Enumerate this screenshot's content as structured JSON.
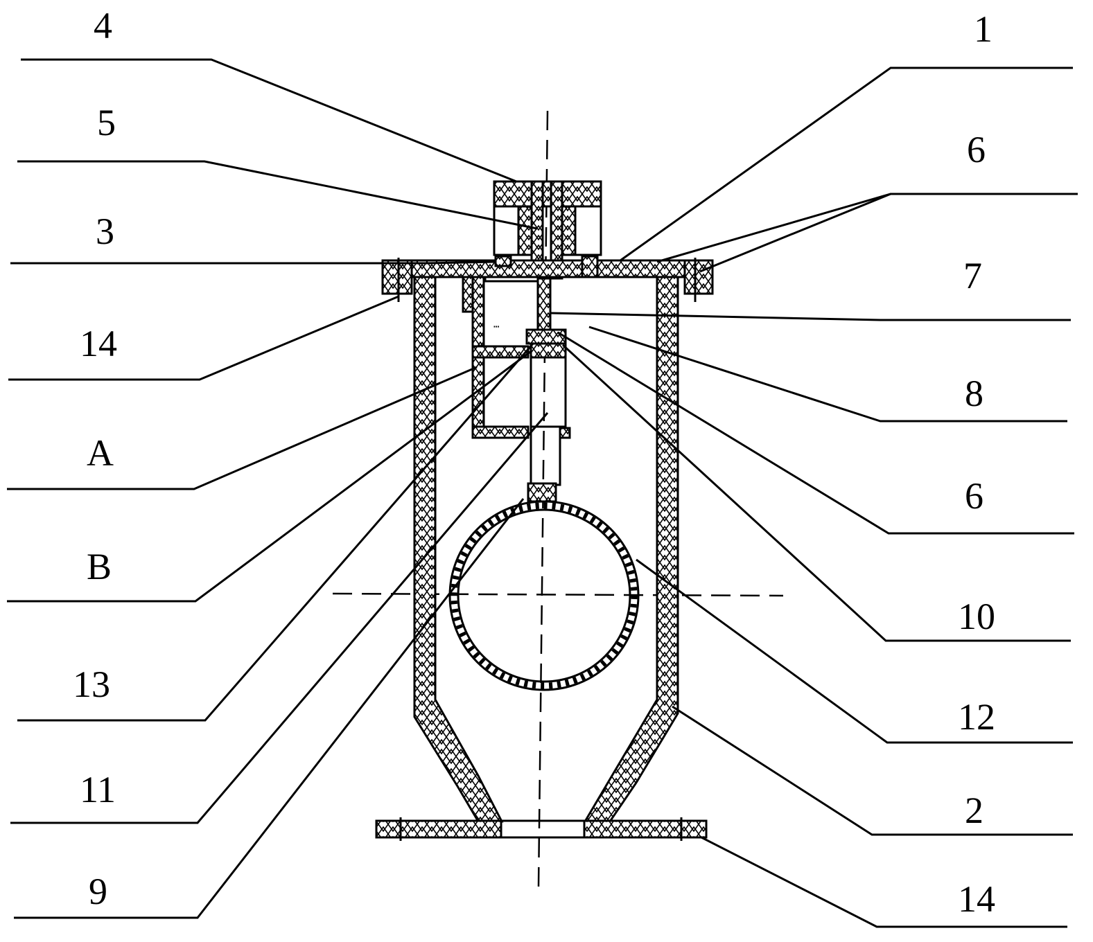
{
  "callouts": [
    {
      "id": "4",
      "text": "4"
    },
    {
      "id": "5",
      "text": "5"
    },
    {
      "id": "3",
      "text": "3"
    },
    {
      "id": "14a",
      "text": "14"
    },
    {
      "id": "A",
      "text": "A"
    },
    {
      "id": "B",
      "text": "B"
    },
    {
      "id": "13",
      "text": "13"
    },
    {
      "id": "11",
      "text": "11"
    },
    {
      "id": "9",
      "text": "9"
    },
    {
      "id": "1",
      "text": "1"
    },
    {
      "id": "6a",
      "text": "6"
    },
    {
      "id": "7",
      "text": "7"
    },
    {
      "id": "8",
      "text": "8"
    },
    {
      "id": "6b",
      "text": "6"
    },
    {
      "id": "10",
      "text": "10"
    },
    {
      "id": "12",
      "text": "12"
    },
    {
      "id": "2",
      "text": "2"
    },
    {
      "id": "14b",
      "text": "14"
    }
  ]
}
